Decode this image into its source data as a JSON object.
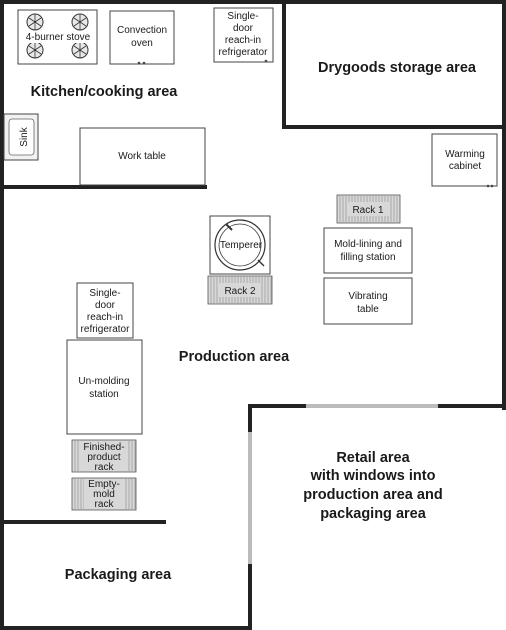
{
  "areas": {
    "kitchen": "Kitchen/cooking area",
    "drygoods": "Drygoods storage area",
    "production": "Production area",
    "retail": [
      "Retail area",
      "with windows into",
      "production area and",
      "packaging area"
    ],
    "packaging": "Packaging area"
  },
  "equipment": {
    "stove": "4-burner stove",
    "convection_oven": [
      "Convection",
      "oven"
    ],
    "fridge_top": [
      "Single-",
      "door",
      "reach-in",
      "refrigerator"
    ],
    "sink": "Sink",
    "work_table": "Work table",
    "warming_cabinet": [
      "Warming",
      "cabinet"
    ],
    "rack1": "Rack 1",
    "mold_station": [
      "Mold-lining and",
      "filling station"
    ],
    "vibrating_table": [
      "Vibrating",
      "table"
    ],
    "temperer": "Temperer",
    "rack2": "Rack 2",
    "fridge_left": [
      "Single-",
      "door",
      "reach-in",
      "refrigerator"
    ],
    "unmolding_station": [
      "Un-molding",
      "station"
    ],
    "finished_rack": [
      "Finished-",
      "product",
      "rack"
    ],
    "empty_rack": [
      "Empty-",
      "mold",
      "rack"
    ]
  }
}
